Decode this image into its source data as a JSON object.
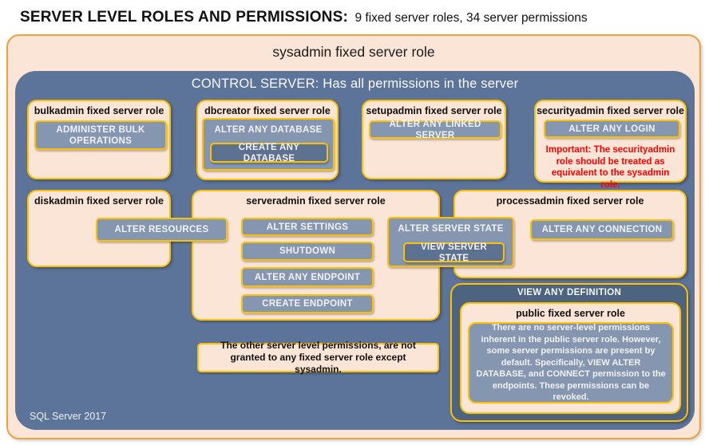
{
  "page_title": {
    "strong": "SERVER LEVEL ROLES AND PERMISSIONS:",
    "normal": "9 fixed server roles, 34 server permissions"
  },
  "sysadmin": {
    "title": "sysadmin fixed server role"
  },
  "control_server": {
    "title": "CONTROL SERVER: Has all permissions in the server"
  },
  "bulkadmin": {
    "title": "bulkadmin fixed server role",
    "perm_administer_bulk_operations": "ADMINISTER BULK OPERATIONS"
  },
  "dbcreator": {
    "title": "dbcreator fixed server role",
    "perm_alter_any_database": "ALTER ANY DATABASE",
    "perm_create_any_database": "CREATE ANY DATABASE"
  },
  "setupadmin": {
    "title": "setupadmin fixed server role",
    "perm_alter_any_linked_server": "ALTER ANY LINKED SERVER"
  },
  "securityadmin": {
    "title": "securityadmin fixed server role",
    "perm_alter_any_login": "ALTER ANY LOGIN",
    "warning": "Important: The securityadmin role should be treated as equivalent to the sysadmin role."
  },
  "diskadmin": {
    "title": "diskadmin fixed server role",
    "perm_alter_resources": "ALTER RESOURCES"
  },
  "serveradmin": {
    "title": "serveradmin fixed server role",
    "perm_alter_settings": "ALTER SETTINGS",
    "perm_shutdown": "SHUTDOWN",
    "perm_alter_any_endpoint": "ALTER ANY ENDPOINT",
    "perm_create_endpoint": "CREATE ENDPOINT",
    "perm_alter_server_state": "ALTER SERVER STATE",
    "perm_view_server_state": "VIEW SERVER STATE"
  },
  "processadmin": {
    "title": "processadmin fixed server role",
    "perm_alter_any_connection": "ALTER ANY CONNECTION"
  },
  "note": {
    "text": "The other server level permissions, are not granted to any fixed server role except sysadmin."
  },
  "view_any_definition": {
    "title": "VIEW ANY DEFINITION",
    "public_role": {
      "title": "public fixed server role",
      "body": "There are no server-level permissions inherent in the public server role. However, some server permissions are present by default. Specifically, VIEW ALTER DATABASE, and CONNECT permission to the endpoints. These permissions can be revoked."
    }
  },
  "footer": {
    "label": "SQL Server 2017"
  },
  "colors": {
    "peach": "#FBE5D6",
    "gold_border": "#FFC000",
    "outer_orange_border": "#EEA13C",
    "slate_background": "#5C7499",
    "slate_dark": "#4D6480",
    "permission_gray": "#8496B0",
    "permission_dark": "#5D7190",
    "warning_red": "#FF0000"
  }
}
